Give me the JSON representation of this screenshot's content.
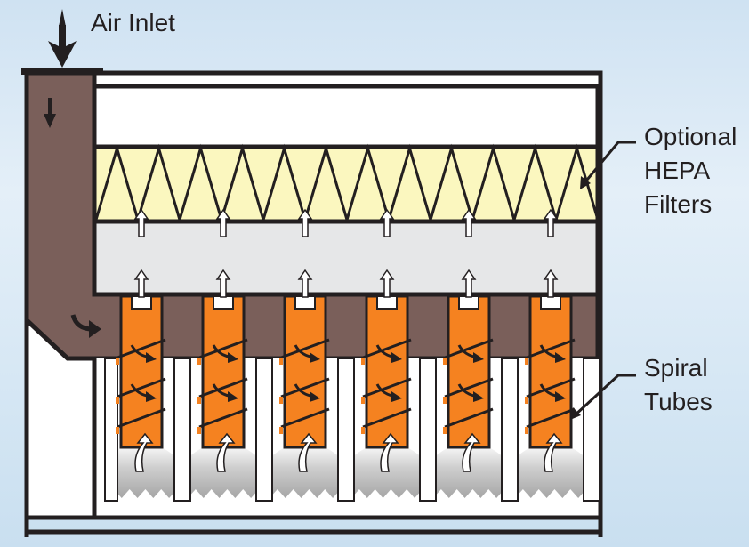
{
  "labels": {
    "air_inlet": "Air Inlet",
    "hepa_line1": "Optional",
    "hepa_line2": "HEPA",
    "hepa_line3": "Filters",
    "spiral_line1": "Spiral",
    "spiral_line2": "Tubes"
  },
  "tube_count": 6,
  "colors": {
    "background": "#d6e7f4",
    "inlet_duct": "#7a5f5a",
    "outline": "#231f20",
    "hepa_filter": "#fbf7bf",
    "plenum": "#e6e7e8",
    "spiral_tube": "#f58220",
    "housing": "#ffffff"
  },
  "icons": [
    "down-arrow-icon",
    "curved-arrow-icon",
    "up-arrow-icon",
    "spiral-arrow-icon"
  ]
}
